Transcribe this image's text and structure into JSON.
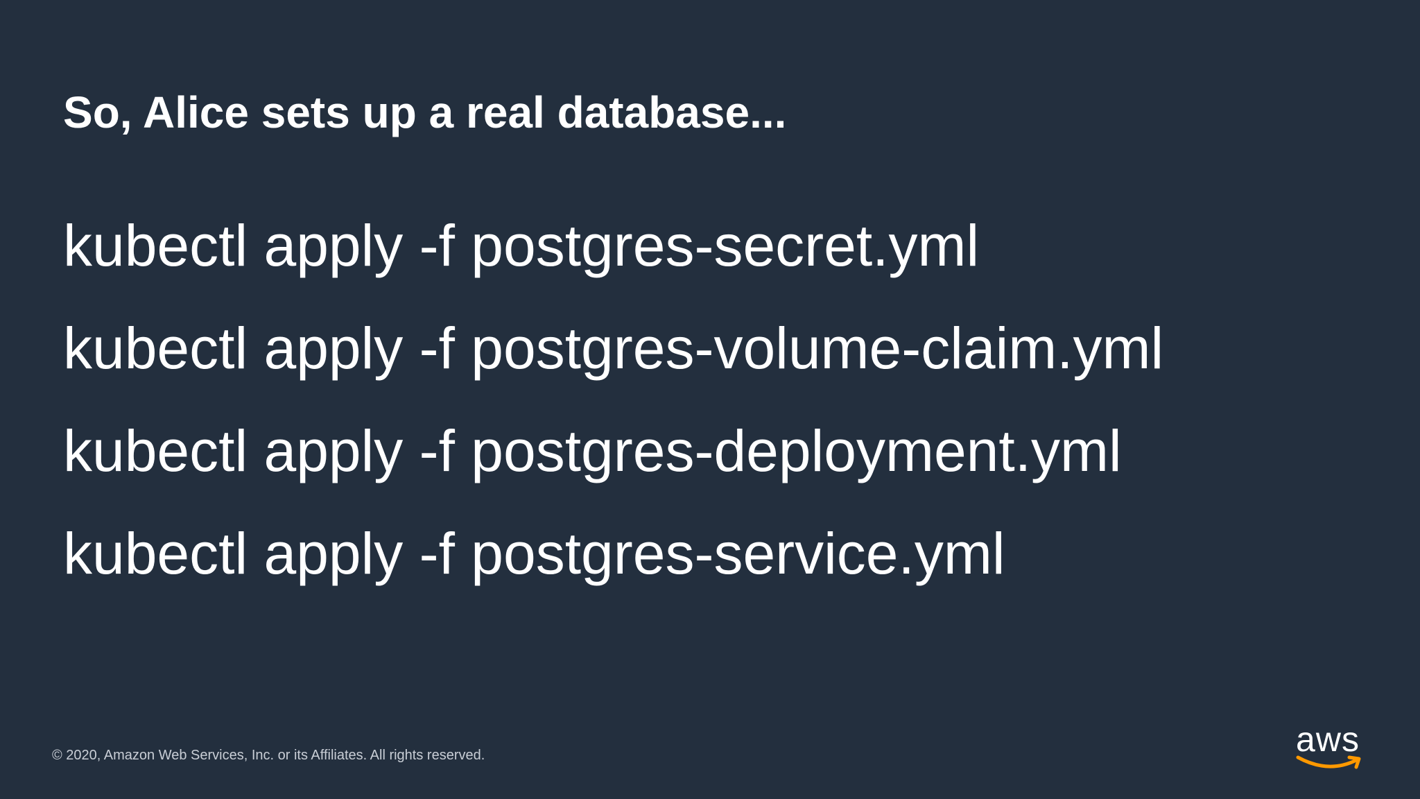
{
  "slide": {
    "title": "So, Alice sets up a real database...",
    "commands": [
      "kubectl apply -f postgres-secret.yml",
      "kubectl apply -f postgres-volume-claim.yml",
      "kubectl apply -f postgres-deployment.yml",
      "kubectl apply -f postgres-service.yml"
    ],
    "footer": "© 2020, Amazon Web Services, Inc. or its Affiliates. All rights reserved.",
    "logo": {
      "text": "aws",
      "icon": "aws-smile-icon"
    }
  },
  "colors": {
    "background": "#232f3e",
    "text": "#ffffff",
    "footer_text": "#c9ced6",
    "accent": "#ff9900"
  }
}
